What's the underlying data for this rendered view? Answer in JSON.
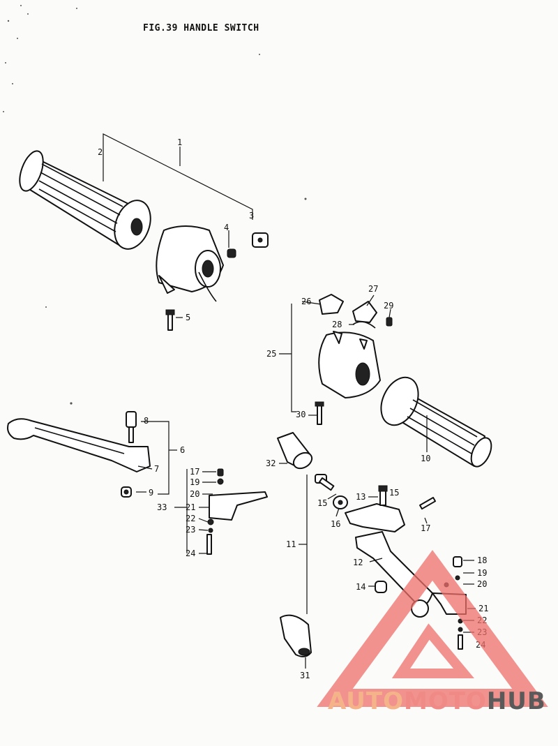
{
  "figure": {
    "title": "FIG.39  HANDLE SWITCH"
  },
  "callouts": [
    {
      "id": "c1",
      "text": "1"
    },
    {
      "id": "c2",
      "text": "2"
    },
    {
      "id": "c3",
      "text": "3"
    },
    {
      "id": "c4",
      "text": "4"
    },
    {
      "id": "c5",
      "text": "5"
    },
    {
      "id": "c6",
      "text": "6"
    },
    {
      "id": "c7",
      "text": "7"
    },
    {
      "id": "c8",
      "text": "8"
    },
    {
      "id": "c9",
      "text": "9"
    },
    {
      "id": "c10",
      "text": "10"
    },
    {
      "id": "c11",
      "text": "11"
    },
    {
      "id": "c12",
      "text": "12"
    },
    {
      "id": "c13",
      "text": "13"
    },
    {
      "id": "c14",
      "text": "14"
    },
    {
      "id": "c15a",
      "text": "15"
    },
    {
      "id": "c15b",
      "text": "15"
    },
    {
      "id": "c16",
      "text": "16"
    },
    {
      "id": "c17a",
      "text": "17"
    },
    {
      "id": "c17b",
      "text": "17"
    },
    {
      "id": "c18",
      "text": "18"
    },
    {
      "id": "c19a",
      "text": "19"
    },
    {
      "id": "c19b",
      "text": "19"
    },
    {
      "id": "c20a",
      "text": "20"
    },
    {
      "id": "c20b",
      "text": "20"
    },
    {
      "id": "c21a",
      "text": "21"
    },
    {
      "id": "c21b",
      "text": "21"
    },
    {
      "id": "c22a",
      "text": "22"
    },
    {
      "id": "c22b",
      "text": "22"
    },
    {
      "id": "c23a",
      "text": "23"
    },
    {
      "id": "c23b",
      "text": "23"
    },
    {
      "id": "c24a",
      "text": "24"
    },
    {
      "id": "c24b",
      "text": "24"
    },
    {
      "id": "c25",
      "text": "25"
    },
    {
      "id": "c26",
      "text": "26"
    },
    {
      "id": "c27",
      "text": "27"
    },
    {
      "id": "c28",
      "text": "28"
    },
    {
      "id": "c29",
      "text": "29"
    },
    {
      "id": "c30",
      "text": "30"
    },
    {
      "id": "c31",
      "text": "31"
    },
    {
      "id": "c32",
      "text": "32"
    },
    {
      "id": "c33",
      "text": "33"
    }
  ],
  "watermark": {
    "part1": "AUTO",
    "part2": "MOTO",
    "part3": "HUB",
    "color1": "#f5b38a",
    "color2": "#f08a86",
    "color3": "#5a5a5a",
    "triangle_color": "#ee6f6b"
  }
}
